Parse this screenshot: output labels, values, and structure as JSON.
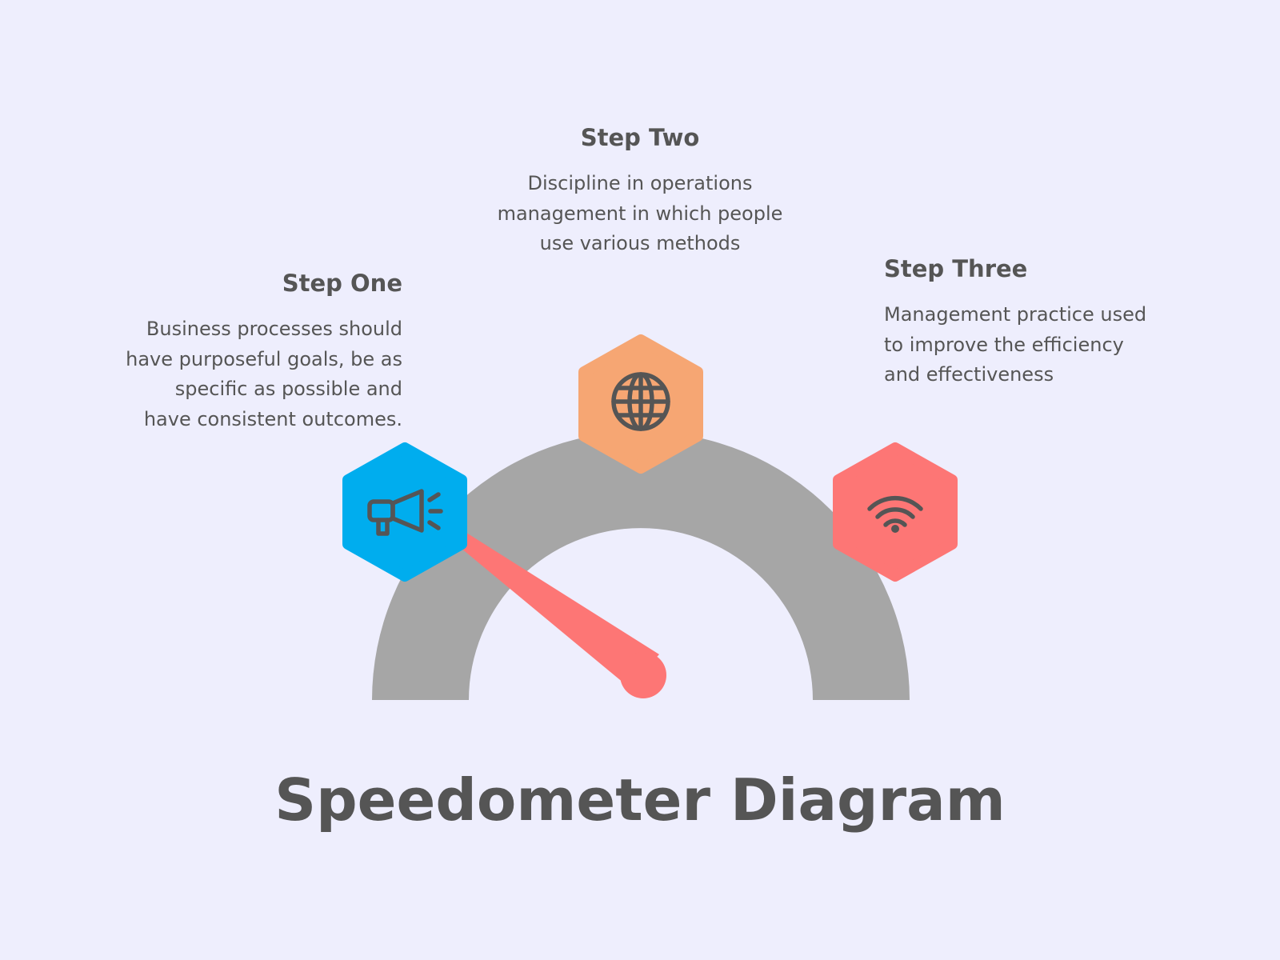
{
  "title": "Speedometer Diagram",
  "steps": [
    {
      "title": "Step One",
      "description": "Business processes should\nhave purposeful goals, be as\nspecific as possible and\nhave consistent outcomes.",
      "icon": "megaphone-icon",
      "color": "#00adee"
    },
    {
      "title": "Step Two",
      "description": "Discipline in operations\nmanagement in which people\nuse various methods",
      "icon": "globe-icon",
      "color": "#f6a673"
    },
    {
      "title": "Step Three",
      "description": "Management practice used\nto improve the efficiency\nand effectiveness",
      "icon": "wifi-icon",
      "color": "#fd7675"
    }
  ],
  "colors": {
    "background": "#eeeefd",
    "arc": "#a6a6a6",
    "needle": "#fd7675",
    "text": "#555555"
  }
}
